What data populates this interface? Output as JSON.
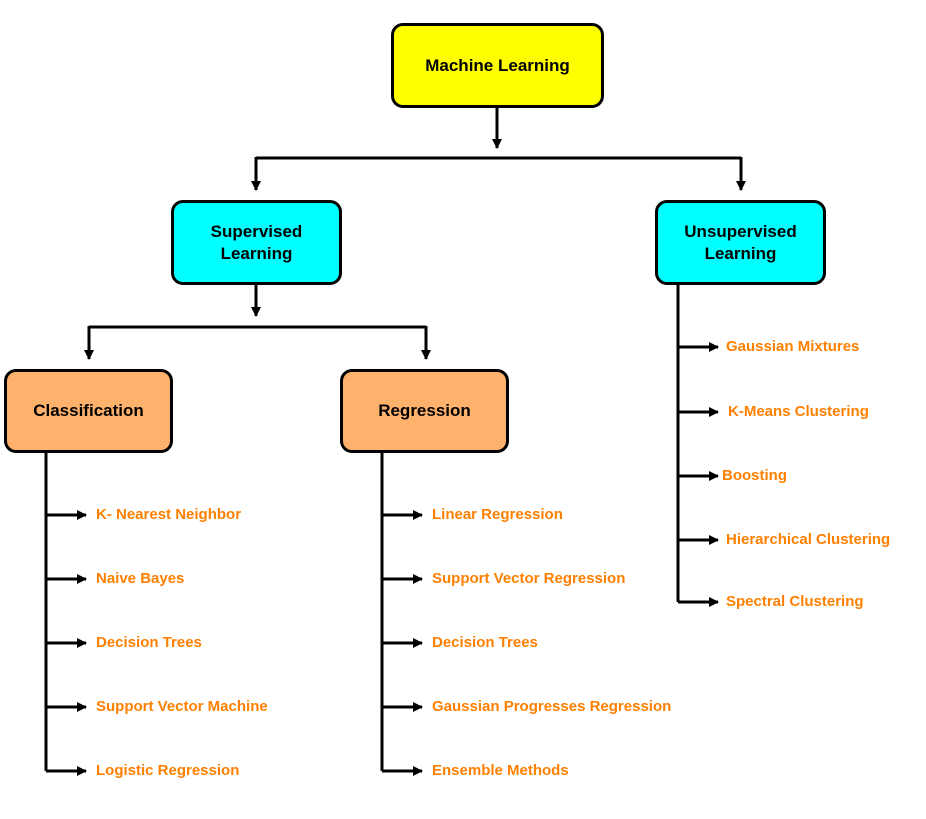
{
  "root": {
    "label": "Machine Learning"
  },
  "supervised": {
    "label": "Supervised\nLearning"
  },
  "unsupervised": {
    "label": "Unsupervised\nLearning"
  },
  "classification": {
    "label": "Classification",
    "items": [
      "K- Nearest Neighbor",
      "Naive Bayes",
      "Decision Trees",
      "Support Vector Machine",
      "Logistic Regression"
    ]
  },
  "regression": {
    "label": "Regression",
    "items": [
      "Linear Regression",
      "Support Vector Regression",
      "Decision Trees",
      "Gaussian Progresses Regression",
      "Ensemble Methods"
    ]
  },
  "unsupervised_items": [
    "Gaussian Mixtures",
    "K-Means Clustering",
    "Boosting",
    "Hierarchical Clustering",
    "Spectral Clustering"
  ],
  "colors": {
    "root_fill": "#ffff00",
    "learning_fill": "#00ffff",
    "task_fill": "#ffb26b",
    "leaf_text": "#ff8000",
    "line": "#000000"
  }
}
